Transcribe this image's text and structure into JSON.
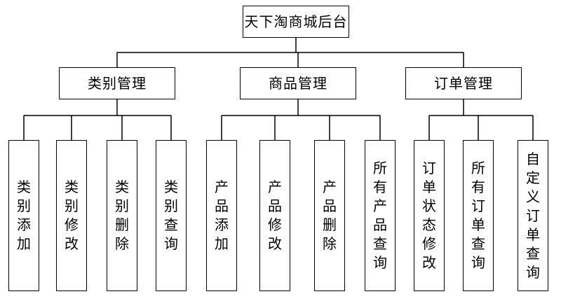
{
  "root": {
    "label": "天下淘商城后台"
  },
  "groups": [
    {
      "label": "类别管理",
      "items": [
        "类别添加",
        "类别修改",
        "类别删除",
        "类别查询"
      ]
    },
    {
      "label": "商品管理",
      "items": [
        "产品添加",
        "产品修改",
        "产品删除",
        "所有产品查询"
      ]
    },
    {
      "label": "订单管理",
      "items": [
        "订单状态修改",
        "所有订单查询",
        "自定义订单查询"
      ]
    }
  ]
}
